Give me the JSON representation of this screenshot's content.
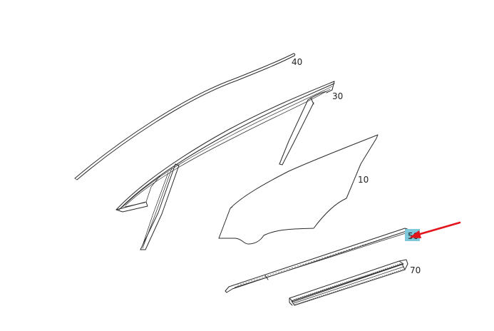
{
  "diagram": {
    "callouts": {
      "p10": "10",
      "p30": "30",
      "p40": "40",
      "p50": "50",
      "p70": "70"
    },
    "highlighted_part": "50",
    "colors": {
      "line": "#2b2b2b",
      "highlight": "#7ec8dc",
      "arrow": "#e3141c"
    }
  }
}
